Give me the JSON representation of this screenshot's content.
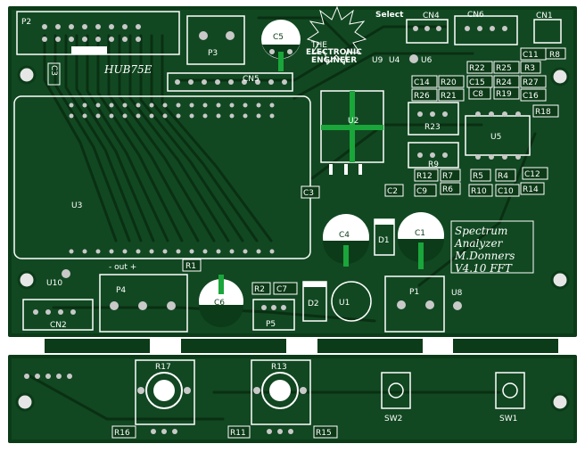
{
  "board": {
    "colors": {
      "substrate": "#0b3b18",
      "copper": "#17542a",
      "trace": "#0a2f13",
      "silk": "#ffffff",
      "pad": "#c9c9c9",
      "bright": "#1aa63a"
    },
    "logo_text": [
      "THE",
      "ELECTRONIC",
      "ENGINEER"
    ],
    "hub_label": "HUB75E",
    "select_label": "Select",
    "out_label": "- out +",
    "title_block": [
      "Spectrum",
      "Analyzer",
      "M.Donners",
      "V4.10 FFT"
    ]
  },
  "components": {
    "P2": "P2",
    "P3": "P3",
    "P4": "P4",
    "P5": "P5",
    "P1": "P1",
    "C5": "C5",
    "C4": "C4",
    "C6": "C6",
    "C1": "C1",
    "C3a": "C3",
    "C3b": "C3",
    "C2": "C2",
    "C7": "C7",
    "U2": "U2",
    "U3": "U3",
    "U1": "U1",
    "U4": "U4",
    "U5": "U5",
    "U6": "U6",
    "U8": "U8",
    "U9": "U9",
    "U10": "U10",
    "CN1": "CN1",
    "CN2": "CN2",
    "CN4": "CN4",
    "CN5": "CN5",
    "CN6": "CN6",
    "D1": "D1",
    "D2": "D2",
    "R1": "R1",
    "R2": "R2",
    "R3": "R3",
    "R5": "R5",
    "R6": "R6",
    "R7": "R7",
    "R8": "R8",
    "R9": "R9",
    "R10": "R10",
    "R11": "R11",
    "R12": "R12",
    "R13": "R13",
    "R14": "R14",
    "R15": "R15",
    "R16": "R16",
    "R17": "R17",
    "R18": "R18",
    "R19": "R19",
    "R20": "R20",
    "R21": "R21",
    "R22": "R22",
    "R23": "R23",
    "R24": "R24",
    "R25": "R25",
    "R26": "R26",
    "R27": "R27",
    "R4": "R4",
    "C8": "C8",
    "C9": "C9",
    "C10": "C10",
    "C11": "C11",
    "C12": "C12",
    "C14": "C14",
    "C15": "C15",
    "C16": "C16",
    "SW1": "SW1",
    "SW2": "SW2"
  }
}
